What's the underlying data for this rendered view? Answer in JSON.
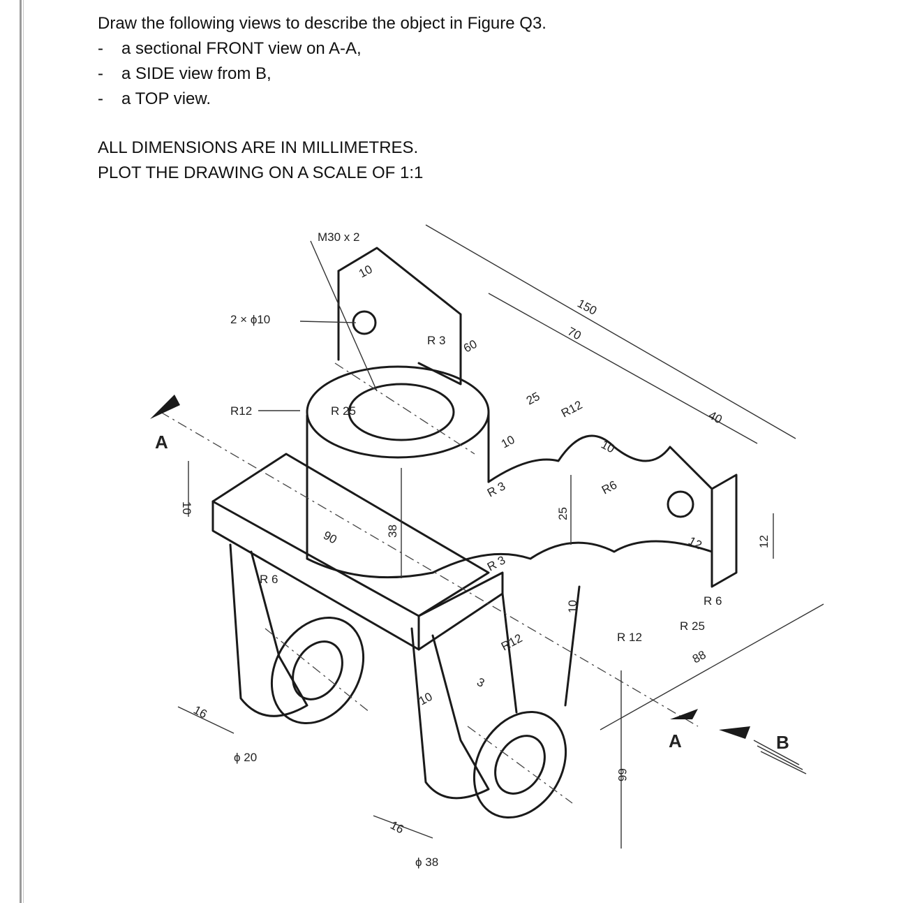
{
  "instructions": {
    "heading": "Draw the following views to describe the object in Figure Q3.",
    "items": [
      {
        "bullet": "-",
        "text": "a sectional FRONT view on A-A,"
      },
      {
        "bullet": "-",
        "text": "a SIDE view from B,"
      },
      {
        "bullet": "-",
        "text": "a TOP view."
      }
    ],
    "note_1": "ALL DIMENSIONS ARE IN MILLIMETRES.",
    "note_2": "PLOT THE DRAWING ON A SCALE OF 1:1"
  },
  "figure": {
    "labels": {
      "m30": "M30 x 2",
      "d10_top": "10",
      "holes": "2 × ϕ10",
      "r3_top": "R 3",
      "d60": "60",
      "d150": "150",
      "d70": "70",
      "r12_left": "R12",
      "r25_top": "R 25",
      "d25_top": "25",
      "d10_mid": "10",
      "r12_mid": "R12",
      "d10_mid2": "10",
      "d40": "40",
      "section_a_left": "A",
      "d10_left": "10",
      "r3_mid": "R 3",
      "r6_mid": "R6",
      "d90": "90",
      "d38": "38",
      "d25_mid": "25",
      "r3_low": "R 3",
      "d12_right": "12",
      "d12_boss": "12",
      "r6_left": "R 6",
      "r6_right": "R 6",
      "d10_low": "10",
      "r12_low": "R12",
      "r12_right": "R 12",
      "r25_right": "R 25",
      "d88": "88",
      "d16_left": "16",
      "d3": "3",
      "d10_foot": "10",
      "section_a_right": "A",
      "view_b": "B",
      "d20": "ϕ 20",
      "d66": "66",
      "d16_bottom": "16",
      "d38_bottom": "ϕ 38"
    }
  }
}
